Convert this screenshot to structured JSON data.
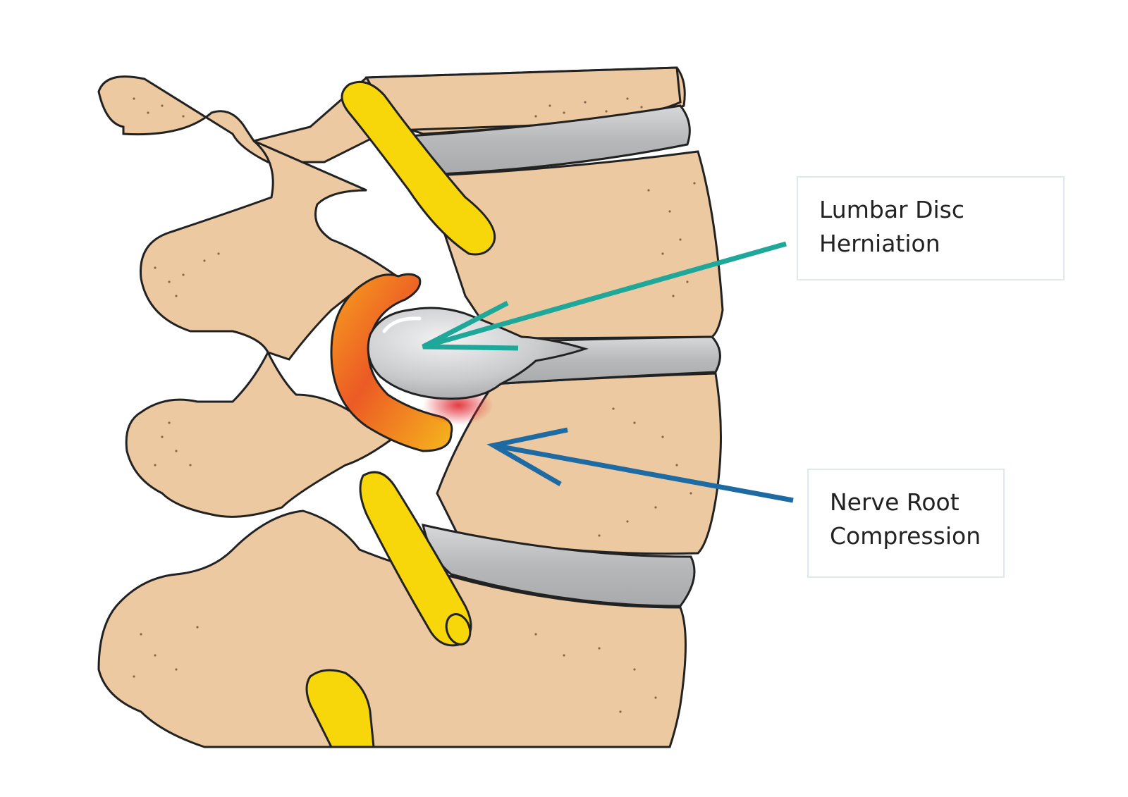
{
  "labels": {
    "herniation": {
      "line1": "Lumbar Disc",
      "line2": "Herniation"
    },
    "compression": {
      "line1": "Nerve Root",
      "line2": "Compression"
    }
  },
  "colors": {
    "bone": "#edc9a1",
    "bone_shadow": "#e0b48a",
    "disc": "#b8b9bb",
    "disc_light": "#dcdcdd",
    "nerve": "#f7d60a",
    "inflamed_outer": "#f39a1b",
    "inflamed_inner": "#e42c24",
    "arrow_herniation": "#1fa89a",
    "arrow_compression": "#1e6aa3",
    "outline": "#222222"
  },
  "icons": {
    "herniation_arrow": "arrow-left-icon",
    "compression_arrow": "arrow-left-icon"
  }
}
